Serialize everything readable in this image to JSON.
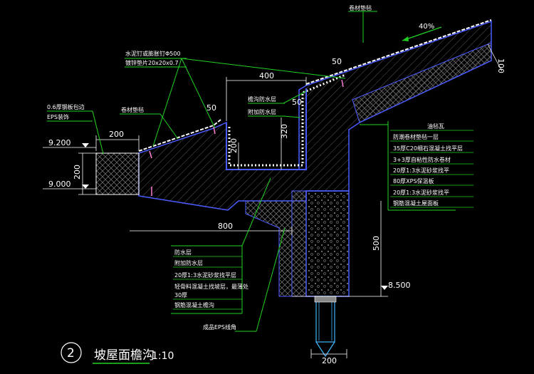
{
  "drawing": {
    "title_number": "2",
    "title": "坡屋面檐沟",
    "scale": "1:10"
  },
  "labels": {
    "tile_top": "卷材垫毡",
    "slope": "40%",
    "nail": "水泥钉或膨胀钉Φ500",
    "washer": "镀锌垫片20x20x0.7",
    "waterproof_top": "檐沟防水层",
    "extra_waterproof": "附加防水层",
    "steel_plate": "0.6厚钢板包边",
    "eps": "EPS装饰",
    "roll_left": "卷材垫毡",
    "layers": [
      "油毡瓦",
      "防潮卷材垫毡一层",
      "35厚C20细石混凝土找平层",
      "3+3厚自粘性防水卷材",
      "20厚1:3水泥砂浆找平",
      "80厚XPS保温板",
      "20厚1:3水泥砂浆找平",
      "钢筋混凝土屋面板"
    ],
    "bottom_layers": [
      "防水层",
      "附加防水层",
      "20厚1:3水泥砂浆找平层",
      "轻骨料混凝土找坡层，最薄处",
      "30厚",
      "钢筋混凝土檐沟"
    ],
    "eps_corner": "成品EPS线角"
  },
  "dimensions": {
    "d400": "400",
    "d50a": "50",
    "d50b": "50",
    "d50c": "50",
    "d200_top": "200",
    "d320": "320",
    "d200_v": "200",
    "d200_left": "200",
    "d800": "800",
    "d500": "500",
    "d200_bottom": "200",
    "d100": "100",
    "elev_9200": "9.200",
    "elev_9000": "9.000",
    "elev_8500": "8.500"
  },
  "colors": {
    "background": "#000000",
    "leader": "#21d321",
    "outline": "#4a5cff",
    "dimension": "#ffffff"
  }
}
